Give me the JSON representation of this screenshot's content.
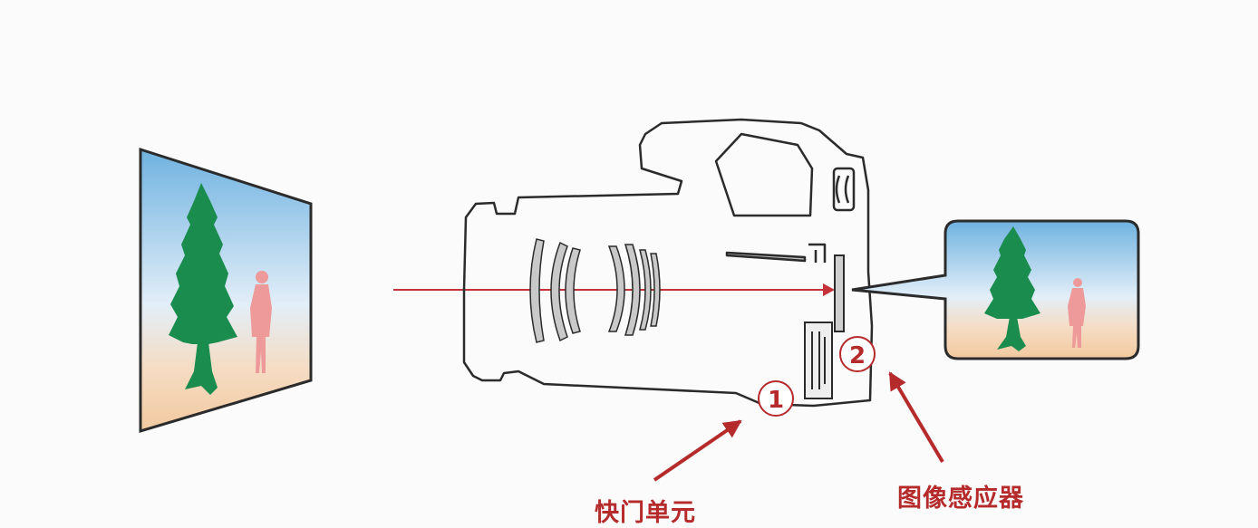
{
  "callouts": [
    {
      "number": "1",
      "label": "快门单元"
    },
    {
      "number": "2",
      "label": "图像感应器"
    }
  ],
  "colors": {
    "callout": "#b52a2a",
    "light_ray": "#c4323a",
    "camera_outline": "#2b2b2b",
    "sky_top": "#6fb2e0",
    "ground": "#f2c99f",
    "tree": "#1a8c4e",
    "person": "#ee9a9a"
  }
}
